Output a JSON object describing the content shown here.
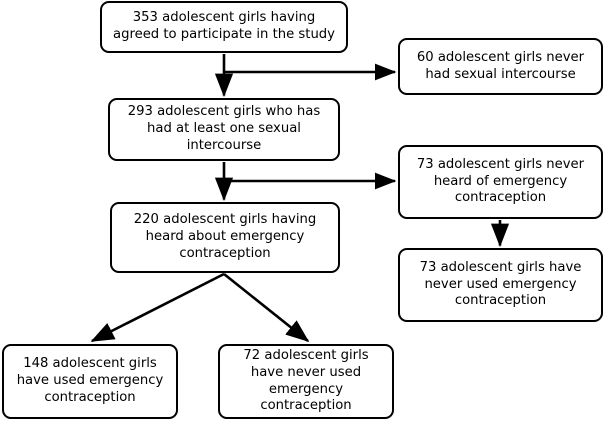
{
  "diagram": {
    "title": "Study flow of adolescent girls and emergency contraception",
    "type": "flowchart",
    "colors": {
      "background": "#ffffff",
      "box_fill": "#ffffff",
      "box_border": "#000000",
      "arrow": "#000000",
      "text": "#000000"
    },
    "nodes": [
      {
        "id": "enrolled",
        "count": 353,
        "text": "353 adolescent girls having agreed to participate in the study",
        "lines": [
          "353 adolescent girls having",
          "agreed to participate in the study"
        ]
      },
      {
        "id": "no-intercourse",
        "count": 60,
        "text": "60 adolescent girls never had sexual intercourse",
        "lines": [
          "60 adolescent girls never",
          "had sexual intercourse"
        ]
      },
      {
        "id": "intercourse",
        "count": 293,
        "text": "293 adolescent girls who has had at least one sexual intercourse",
        "lines": [
          "293 adolescent girls who has",
          "had at least one sexual",
          "intercourse"
        ]
      },
      {
        "id": "never-heard",
        "count": 73,
        "text": "73 adolescent girls never heard of emergency contraception",
        "lines": [
          "73 adolescent girls never",
          "heard of emergency",
          "contraception"
        ]
      },
      {
        "id": "heard",
        "count": 220,
        "text": "220 adolescent girls having heard about emergency contraception",
        "lines": [
          "220 adolescent girls having",
          "heard about emergency",
          "contraception"
        ]
      },
      {
        "id": "nh-never-used",
        "count": 73,
        "text": "73 adolescent girls have never used emergency contraception",
        "lines": [
          "73 adolescent girls have",
          "never used emergency",
          "contraception"
        ]
      },
      {
        "id": "used",
        "count": 148,
        "text": "148 adolescent girls have used emergency contraception",
        "lines": [
          "148 adolescent girls have",
          "used emergency",
          "contraception"
        ]
      },
      {
        "id": "never-used",
        "count": 72,
        "text": "72 adolescent girls have never used emergency contraception",
        "lines": [
          "72 adolescent girls have",
          "never used emergency",
          "contraception"
        ]
      }
    ],
    "edges": [
      {
        "id": "enrolled-to-intercourse",
        "from": "enrolled",
        "to": "intercourse",
        "style": "straight-down",
        "label": ""
      },
      {
        "id": "enrolled-to-no-intercourse",
        "from": "enrolled",
        "to": "no-intercourse",
        "style": "elbow-right",
        "label": ""
      },
      {
        "id": "intercourse-to-heard",
        "from": "intercourse",
        "to": "heard",
        "style": "straight-down",
        "label": ""
      },
      {
        "id": "intercourse-to-never-heard",
        "from": "intercourse",
        "to": "never-heard",
        "style": "elbow-right",
        "label": ""
      },
      {
        "id": "never-heard-to-nh-never-used",
        "from": "never-heard",
        "to": "nh-never-used",
        "style": "straight-down",
        "label": ""
      },
      {
        "id": "heard-to-used",
        "from": "heard",
        "to": "used",
        "style": "diagonal-left",
        "label": ""
      },
      {
        "id": "heard-to-never-used",
        "from": "heard",
        "to": "never-used",
        "style": "diagonal-right",
        "label": ""
      }
    ]
  }
}
